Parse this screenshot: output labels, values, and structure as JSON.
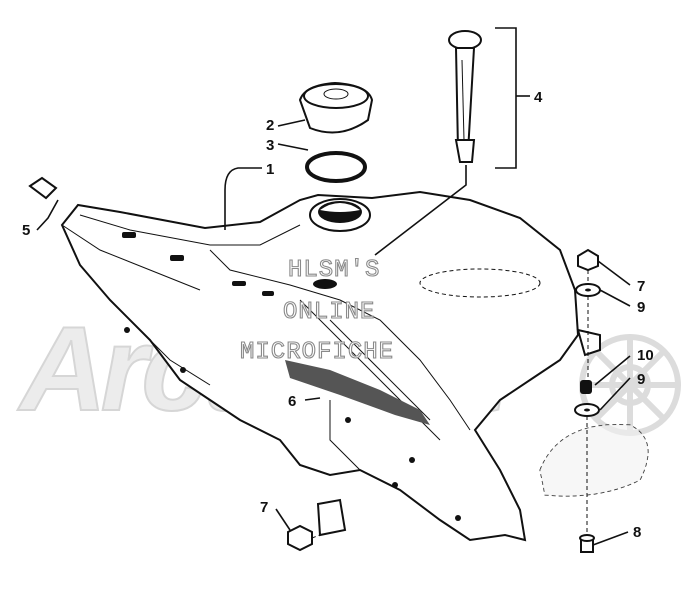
{
  "watermark": {
    "brand": "ArcticCat",
    "lines": [
      "HLSM'S",
      "ONLINE",
      "MICROFICHE"
    ]
  },
  "callouts": [
    {
      "id": "c1",
      "label": "1"
    },
    {
      "id": "c2",
      "label": "2"
    },
    {
      "id": "c3",
      "label": "3"
    },
    {
      "id": "c4",
      "label": "4"
    },
    {
      "id": "c5",
      "label": "5"
    },
    {
      "id": "c6",
      "label": "6"
    },
    {
      "id": "c7a",
      "label": "7"
    },
    {
      "id": "c7b",
      "label": "7"
    },
    {
      "id": "c8",
      "label": "8"
    },
    {
      "id": "c9a",
      "label": "9"
    },
    {
      "id": "c9b",
      "label": "9"
    },
    {
      "id": "c10",
      "label": "10"
    }
  ]
}
